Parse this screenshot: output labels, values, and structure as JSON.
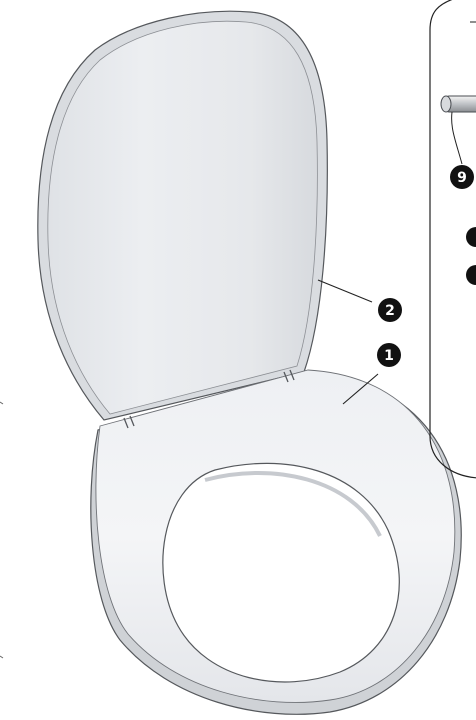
{
  "callouts": {
    "seat": "1",
    "lid": "2",
    "hinge_part": "9"
  },
  "colors": {
    "seat_fill": "#f1f3f5",
    "lid_fill": "#e7e9ec",
    "outline": "#55585c",
    "callout_fill": "#111111",
    "background": "#ffffff"
  }
}
